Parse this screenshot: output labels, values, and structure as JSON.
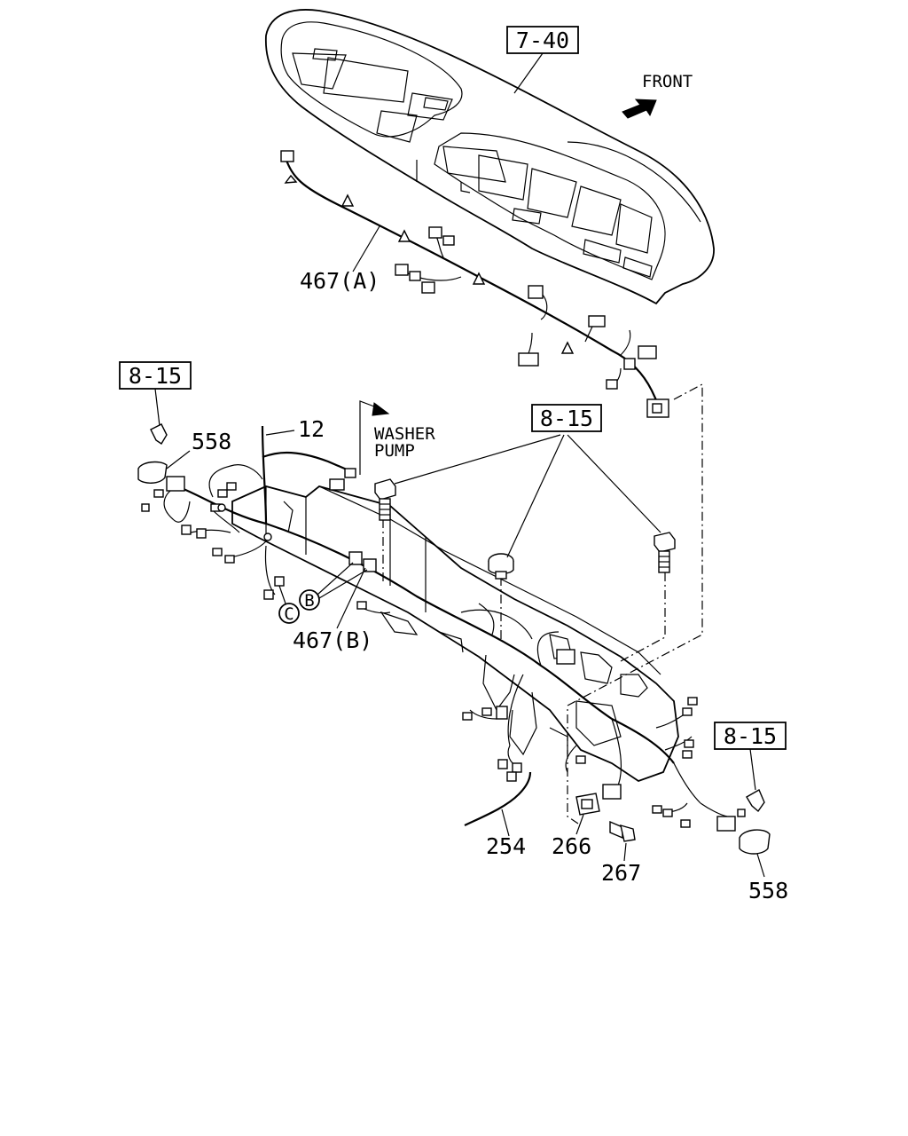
{
  "refs": {
    "dashboard_ref": "7-40",
    "bracket_ref_left": "8-15",
    "bracket_ref_center": "8-15",
    "bracket_ref_right": "8-15"
  },
  "directions": {
    "front": "FRONT",
    "washer_line1": "WASHER",
    "washer_line2": "PUMP"
  },
  "parts": {
    "harness_a": "467(A)",
    "harness_b": "467(B)",
    "wire_12": "12",
    "clip_558_left": "558",
    "clip_558_right": "558",
    "cable_254": "254",
    "part_266": "266",
    "bolt_267": "267"
  },
  "connector_marks": {
    "b": "B",
    "c": "C"
  }
}
